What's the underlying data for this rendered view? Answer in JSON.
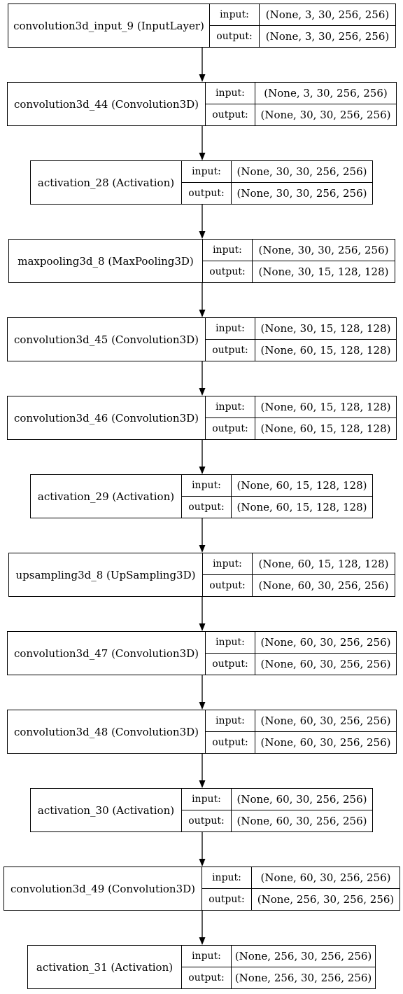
{
  "layers": [
    {
      "name": "convolution3d_input_9 (InputLayer)",
      "input_label": "input:",
      "output_label": "output:",
      "input": "(None, 3, 30, 256, 256)",
      "output": "(None, 3, 30, 256, 256)"
    },
    {
      "name": "convolution3d_44 (Convolution3D)",
      "input_label": "input:",
      "output_label": "output:",
      "input": "(None, 3, 30, 256, 256)",
      "output": "(None, 30, 30, 256, 256)"
    },
    {
      "name": "activation_28 (Activation)",
      "input_label": "input:",
      "output_label": "output:",
      "input": "(None, 30, 30, 256, 256)",
      "output": "(None, 30, 30, 256, 256)"
    },
    {
      "name": "maxpooling3d_8 (MaxPooling3D)",
      "input_label": "input:",
      "output_label": "output:",
      "input": "(None, 30, 30, 256, 256)",
      "output": "(None, 30, 15, 128, 128)"
    },
    {
      "name": "convolution3d_45 (Convolution3D)",
      "input_label": "input:",
      "output_label": "output:",
      "input": "(None, 30, 15, 128, 128)",
      "output": "(None, 60, 15, 128, 128)"
    },
    {
      "name": "convolution3d_46 (Convolution3D)",
      "input_label": "input:",
      "output_label": "output:",
      "input": "(None, 60, 15, 128, 128)",
      "output": "(None, 60, 15, 128, 128)"
    },
    {
      "name": "activation_29 (Activation)",
      "input_label": "input:",
      "output_label": "output:",
      "input": "(None, 60, 15, 128, 128)",
      "output": "(None, 60, 15, 128, 128)"
    },
    {
      "name": "upsampling3d_8 (UpSampling3D)",
      "input_label": "input:",
      "output_label": "output:",
      "input": "(None, 60, 15, 128, 128)",
      "output": "(None, 60, 30, 256, 256)"
    },
    {
      "name": "convolution3d_47 (Convolution3D)",
      "input_label": "input:",
      "output_label": "output:",
      "input": "(None, 60, 30, 256, 256)",
      "output": "(None, 60, 30, 256, 256)"
    },
    {
      "name": "convolution3d_48 (Convolution3D)",
      "input_label": "input:",
      "output_label": "output:",
      "input": "(None, 60, 30, 256, 256)",
      "output": "(None, 60, 30, 256, 256)"
    },
    {
      "name": "activation_30 (Activation)",
      "input_label": "input:",
      "output_label": "output:",
      "input": "(None, 60, 30, 256, 256)",
      "output": "(None, 60, 30, 256, 256)"
    },
    {
      "name": "convolution3d_49 (Convolution3D)",
      "input_label": "input:",
      "output_label": "output:",
      "input": "(None, 60, 30, 256, 256)",
      "output": "(None, 256, 30, 256, 256)"
    },
    {
      "name": "activation_31 (Activation)",
      "input_label": "input:",
      "output_label": "output:",
      "input": "(None, 256, 30, 256, 256)",
      "output": "(None, 256, 30, 256, 256)"
    }
  ]
}
